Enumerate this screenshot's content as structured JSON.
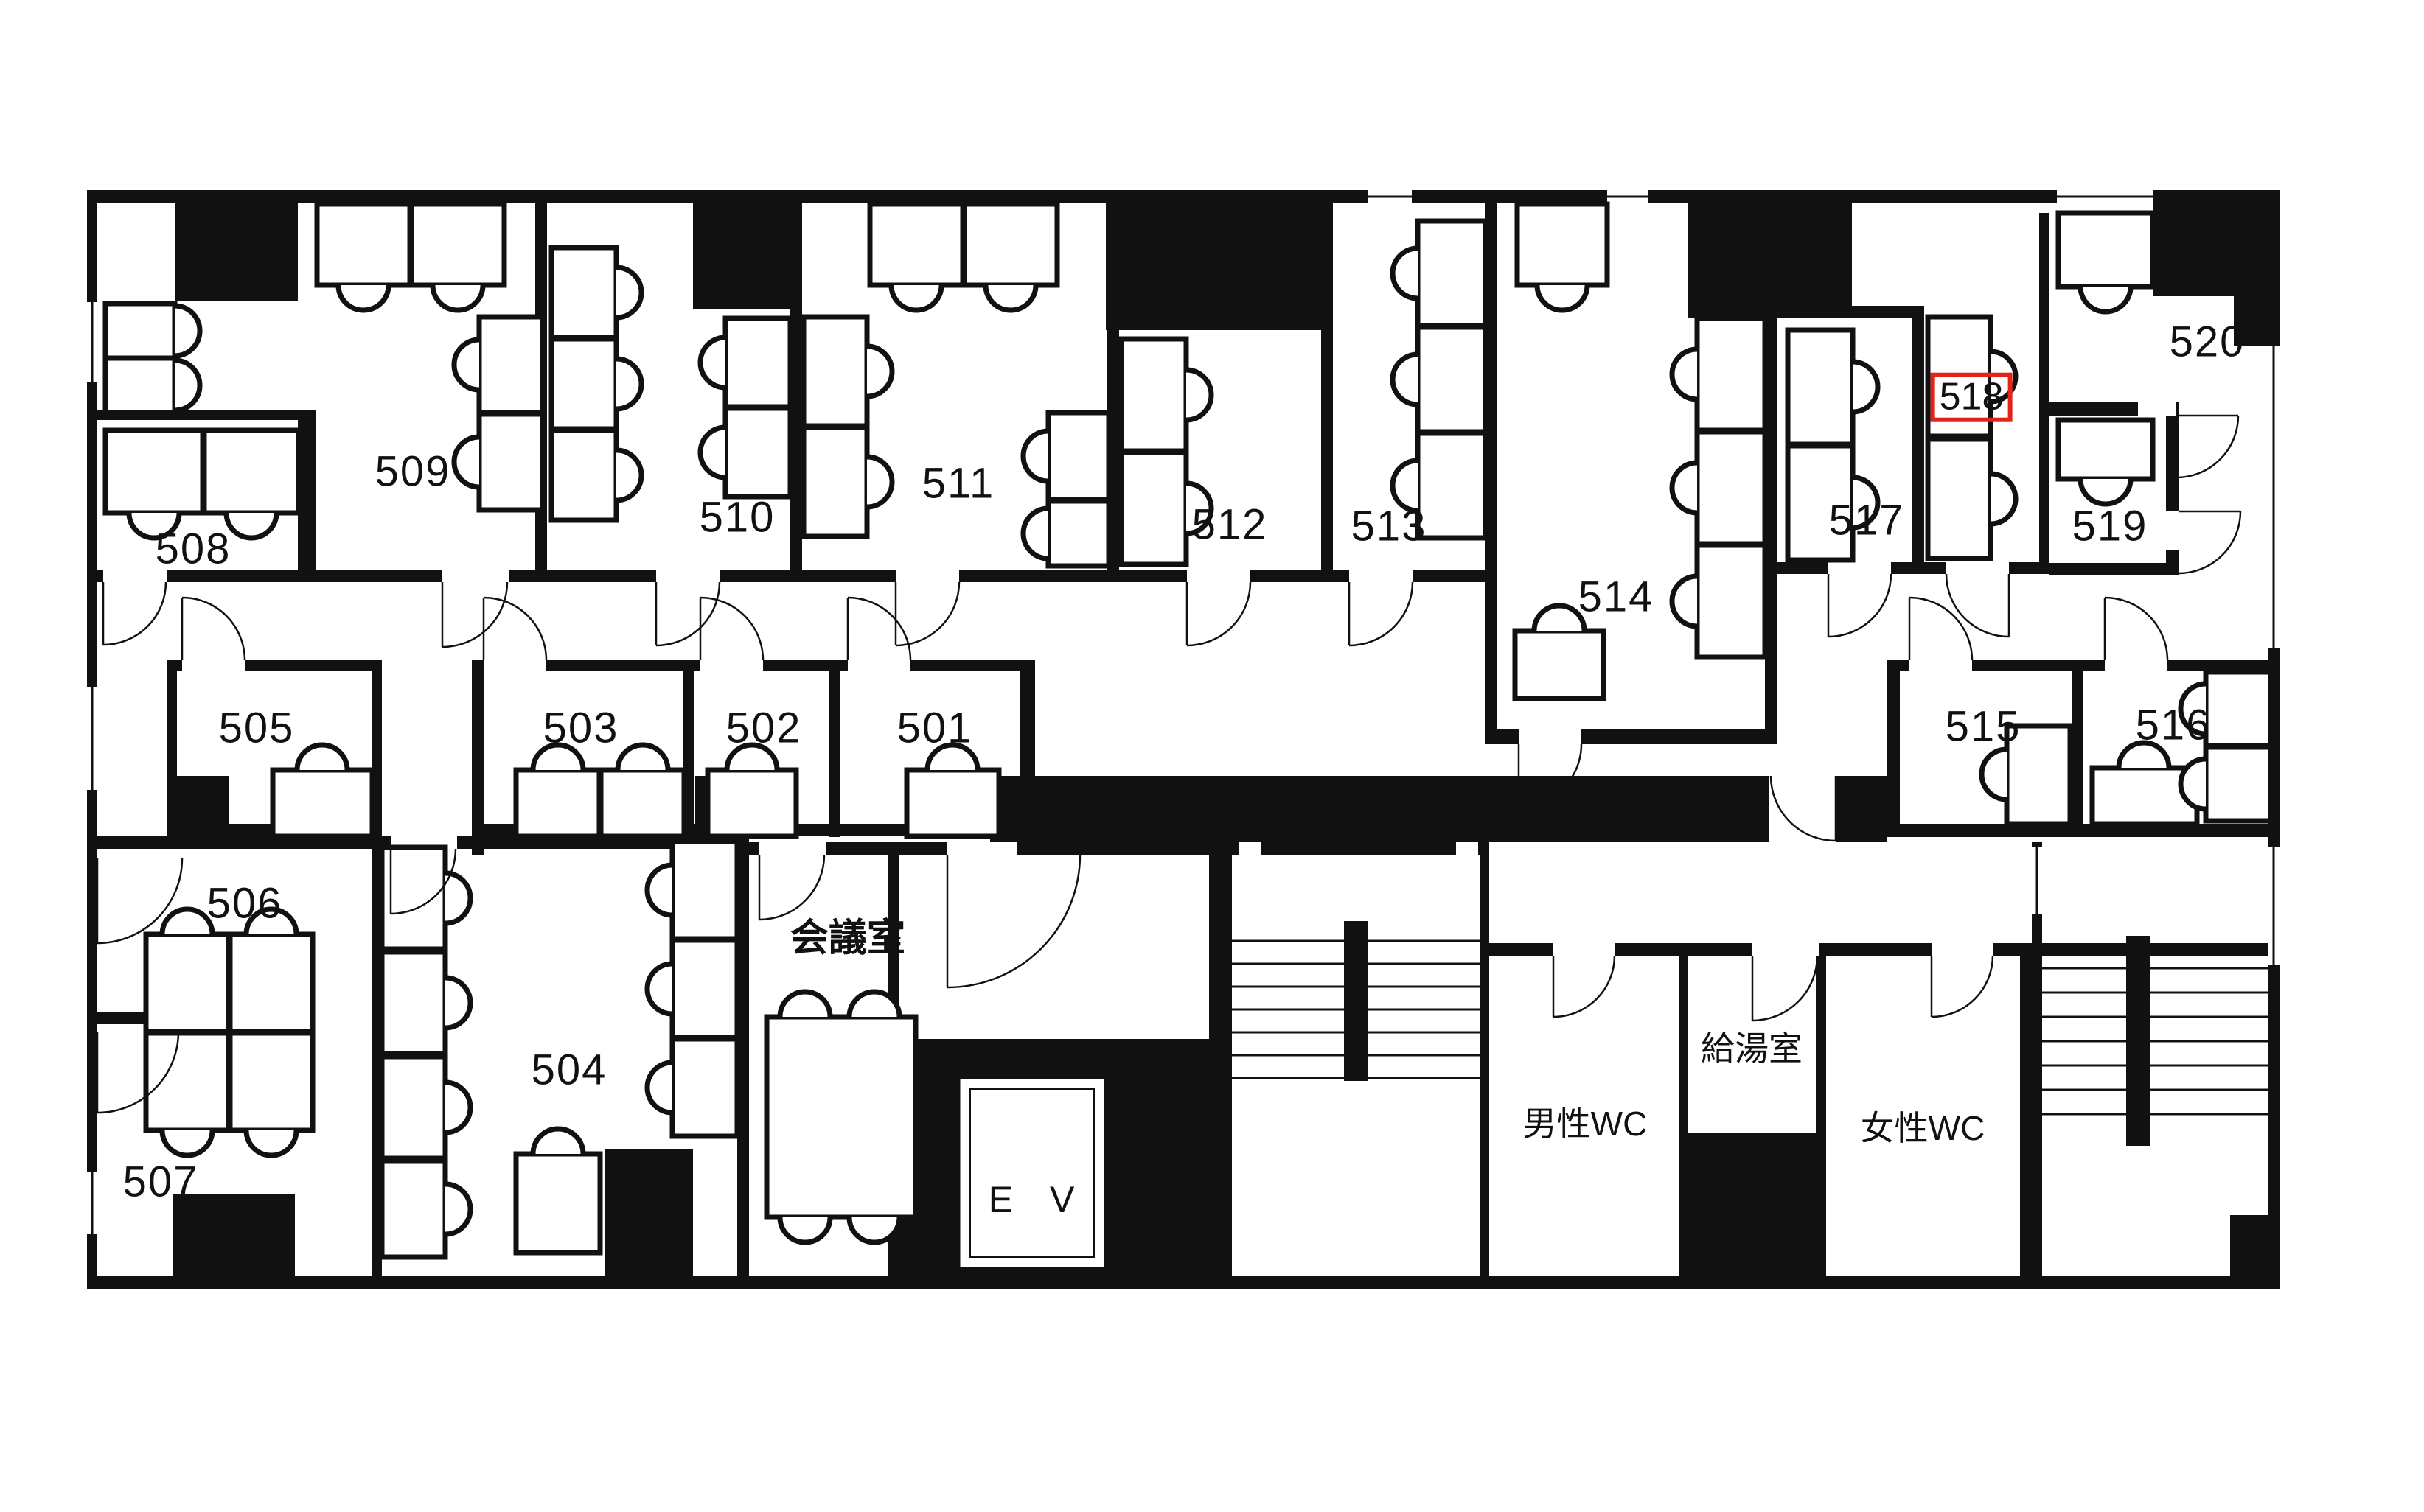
{
  "plan_title": "office-floor-plan-5f",
  "colors": {
    "wall": "#111111",
    "background": "#ffffff",
    "highlight": "#e3231a",
    "desk_fill": "#ffffff"
  },
  "highlighted_room": "518",
  "rooms": [
    {
      "id": "501",
      "label": "501"
    },
    {
      "id": "502",
      "label": "502"
    },
    {
      "id": "503",
      "label": "503"
    },
    {
      "id": "504",
      "label": "504"
    },
    {
      "id": "505",
      "label": "505"
    },
    {
      "id": "506",
      "label": "506"
    },
    {
      "id": "507",
      "label": "507"
    },
    {
      "id": "508",
      "label": "508"
    },
    {
      "id": "509",
      "label": "509"
    },
    {
      "id": "510",
      "label": "510"
    },
    {
      "id": "511",
      "label": "511"
    },
    {
      "id": "512",
      "label": "512"
    },
    {
      "id": "513",
      "label": "513"
    },
    {
      "id": "514",
      "label": "514"
    },
    {
      "id": "515",
      "label": "515"
    },
    {
      "id": "516",
      "label": "516"
    },
    {
      "id": "517",
      "label": "517"
    },
    {
      "id": "518",
      "label": "518"
    },
    {
      "id": "519",
      "label": "519"
    },
    {
      "id": "520",
      "label": "520"
    },
    {
      "id": "meeting-room",
      "label": "会議室"
    },
    {
      "id": "elevator",
      "label": "E V"
    },
    {
      "id": "mens-wc",
      "label": "男性WC"
    },
    {
      "id": "kitchenette",
      "label": "給湯室"
    },
    {
      "id": "womens-wc",
      "label": "女性WC"
    }
  ]
}
